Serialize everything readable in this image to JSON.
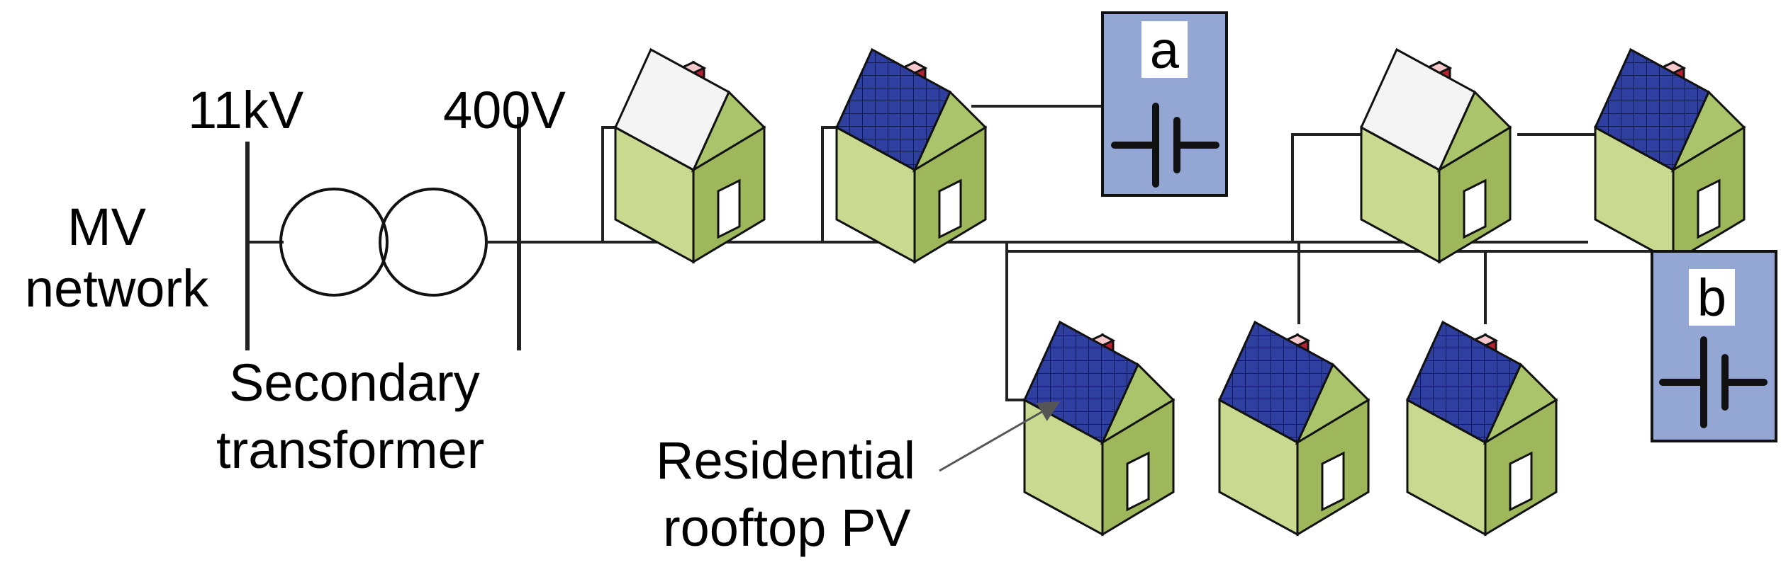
{
  "labels": {
    "mv_line1": "MV",
    "mv_line2": "network",
    "hv_voltage": "11kV",
    "lv_voltage": "400V",
    "transformer_line1": "Secondary",
    "transformer_line2": "transformer",
    "pv_line1": "Residential",
    "pv_line2": "rooftop PV",
    "storage_a": "a",
    "storage_b": "b"
  },
  "colors": {
    "wall": "#c9d98f",
    "wall_side": "#9db75a",
    "roof_plain": "#f4f4f4",
    "roof_side": "#a9c46a",
    "chimney": "#e0404a",
    "solar_panel": "#2f3fa0",
    "storage_box": "#93a6d4",
    "wire": "#222222"
  },
  "houses": [
    {
      "id": "house-1",
      "solar": false,
      "position": "upper"
    },
    {
      "id": "house-2",
      "solar": true,
      "position": "upper"
    },
    {
      "id": "house-3",
      "solar": false,
      "position": "upper"
    },
    {
      "id": "house-4",
      "solar": true,
      "position": "upper"
    },
    {
      "id": "house-5",
      "solar": true,
      "position": "lower"
    },
    {
      "id": "house-6",
      "solar": true,
      "position": "lower"
    },
    {
      "id": "house-7",
      "solar": true,
      "position": "lower"
    }
  ],
  "storage_units": [
    {
      "id": "a",
      "icon": "battery-icon"
    },
    {
      "id": "b",
      "icon": "battery-icon"
    }
  ]
}
